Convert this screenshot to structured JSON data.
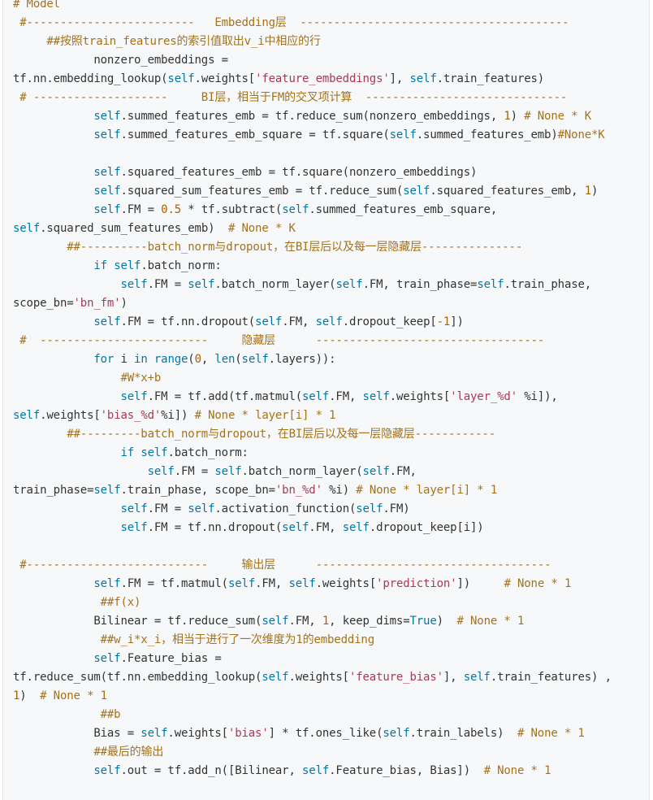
{
  "code": {
    "language": "python",
    "lines": [
      [
        {
          "t": "# Model",
          "c": "com"
        }
      ],
      [
        {
          "t": " #-------------------------   Embedding层  ----------------------------------------",
          "c": "com"
        }
      ],
      [
        {
          "t": "     ##按照train_features的索引值取出v_i中相应的行",
          "c": "com"
        }
      ],
      [
        {
          "t": "            nonzero_embeddings =",
          "c": "pl"
        }
      ],
      [
        {
          "t": "tf.nn.embedding_lookup(",
          "c": "pl"
        },
        {
          "t": "self",
          "c": "self"
        },
        {
          "t": ".weights[",
          "c": "pl"
        },
        {
          "t": "'feature_embeddings'",
          "c": "str"
        },
        {
          "t": "], ",
          "c": "pl"
        },
        {
          "t": "self",
          "c": "self"
        },
        {
          "t": ".train_features)",
          "c": "pl"
        }
      ],
      [
        {
          "t": " # --------------------     BI层，相当于FM的交叉项计算  ------------------------------",
          "c": "com"
        }
      ],
      [
        {
          "t": "            ",
          "c": "pl"
        },
        {
          "t": "self",
          "c": "self"
        },
        {
          "t": ".summed_features_emb = tf.reduce_sum(nonzero_embeddings, ",
          "c": "pl"
        },
        {
          "t": "1",
          "c": "num"
        },
        {
          "t": ") ",
          "c": "pl"
        },
        {
          "t": "# None * K",
          "c": "com"
        }
      ],
      [
        {
          "t": "            ",
          "c": "pl"
        },
        {
          "t": "self",
          "c": "self"
        },
        {
          "t": ".summed_features_emb_square = tf.square(",
          "c": "pl"
        },
        {
          "t": "self",
          "c": "self"
        },
        {
          "t": ".summed_features_emb)",
          "c": "pl"
        },
        {
          "t": "#None*K",
          "c": "com"
        }
      ],
      [
        {
          "t": "",
          "c": "pl"
        }
      ],
      [
        {
          "t": "            ",
          "c": "pl"
        },
        {
          "t": "self",
          "c": "self"
        },
        {
          "t": ".squared_features_emb = tf.square(nonzero_embeddings)",
          "c": "pl"
        }
      ],
      [
        {
          "t": "            ",
          "c": "pl"
        },
        {
          "t": "self",
          "c": "self"
        },
        {
          "t": ".squared_sum_features_emb = tf.reduce_sum(",
          "c": "pl"
        },
        {
          "t": "self",
          "c": "self"
        },
        {
          "t": ".squared_features_emb, ",
          "c": "pl"
        },
        {
          "t": "1",
          "c": "num"
        },
        {
          "t": ")",
          "c": "pl"
        }
      ],
      [
        {
          "t": "            ",
          "c": "pl"
        },
        {
          "t": "self",
          "c": "self"
        },
        {
          "t": ".FM = ",
          "c": "pl"
        },
        {
          "t": "0.5",
          "c": "num"
        },
        {
          "t": " * tf.subtract(",
          "c": "pl"
        },
        {
          "t": "self",
          "c": "self"
        },
        {
          "t": ".summed_features_emb_square,",
          "c": "pl"
        }
      ],
      [
        {
          "t": "self",
          "c": "self"
        },
        {
          "t": ".squared_sum_features_emb)  ",
          "c": "pl"
        },
        {
          "t": "# None * K",
          "c": "com"
        }
      ],
      [
        {
          "t": "        ##----------batch_norm与dropout，在BI层后以及每一层隐藏层---------------",
          "c": "com"
        }
      ],
      [
        {
          "t": "            ",
          "c": "pl"
        },
        {
          "t": "if",
          "c": "kw"
        },
        {
          "t": " ",
          "c": "pl"
        },
        {
          "t": "self",
          "c": "self"
        },
        {
          "t": ".batch_norm:",
          "c": "pl"
        }
      ],
      [
        {
          "t": "                ",
          "c": "pl"
        },
        {
          "t": "self",
          "c": "self"
        },
        {
          "t": ".FM = ",
          "c": "pl"
        },
        {
          "t": "self",
          "c": "self"
        },
        {
          "t": ".batch_norm_layer(",
          "c": "pl"
        },
        {
          "t": "self",
          "c": "self"
        },
        {
          "t": ".FM, train_phase=",
          "c": "pl"
        },
        {
          "t": "self",
          "c": "self"
        },
        {
          "t": ".train_phase,",
          "c": "pl"
        }
      ],
      [
        {
          "t": "scope_bn=",
          "c": "pl"
        },
        {
          "t": "'bn_fm'",
          "c": "str"
        },
        {
          "t": ")",
          "c": "pl"
        }
      ],
      [
        {
          "t": "            ",
          "c": "pl"
        },
        {
          "t": "self",
          "c": "self"
        },
        {
          "t": ".FM = tf.nn.dropout(",
          "c": "pl"
        },
        {
          "t": "self",
          "c": "self"
        },
        {
          "t": ".FM, ",
          "c": "pl"
        },
        {
          "t": "self",
          "c": "self"
        },
        {
          "t": ".dropout_keep[",
          "c": "pl"
        },
        {
          "t": "-1",
          "c": "num"
        },
        {
          "t": "])",
          "c": "pl"
        }
      ],
      [
        {
          "t": " #  -------------------------     隐藏层      ----------------------------------",
          "c": "com"
        }
      ],
      [
        {
          "t": "            ",
          "c": "pl"
        },
        {
          "t": "for",
          "c": "kw"
        },
        {
          "t": " i ",
          "c": "pl"
        },
        {
          "t": "in",
          "c": "kw"
        },
        {
          "t": " ",
          "c": "pl"
        },
        {
          "t": "range",
          "c": "kw"
        },
        {
          "t": "(",
          "c": "pl"
        },
        {
          "t": "0",
          "c": "num"
        },
        {
          "t": ", ",
          "c": "pl"
        },
        {
          "t": "len",
          "c": "kw"
        },
        {
          "t": "(",
          "c": "pl"
        },
        {
          "t": "self",
          "c": "self"
        },
        {
          "t": ".layers)):",
          "c": "pl"
        }
      ],
      [
        {
          "t": "                ",
          "c": "pl"
        },
        {
          "t": "#W*x+b",
          "c": "com"
        }
      ],
      [
        {
          "t": "                ",
          "c": "pl"
        },
        {
          "t": "self",
          "c": "self"
        },
        {
          "t": ".FM = tf.add(tf.matmul(",
          "c": "pl"
        },
        {
          "t": "self",
          "c": "self"
        },
        {
          "t": ".FM, ",
          "c": "pl"
        },
        {
          "t": "self",
          "c": "self"
        },
        {
          "t": ".weights[",
          "c": "pl"
        },
        {
          "t": "'layer_%d'",
          "c": "str"
        },
        {
          "t": " %i]),",
          "c": "pl"
        }
      ],
      [
        {
          "t": "self",
          "c": "self"
        },
        {
          "t": ".weights[",
          "c": "pl"
        },
        {
          "t": "'bias_%d'",
          "c": "str"
        },
        {
          "t": "%i]) ",
          "c": "pl"
        },
        {
          "t": "# None * layer[i] * 1",
          "c": "com"
        }
      ],
      [
        {
          "t": "        ##---------batch_norm与dropout，在BI层后以及每一层隐藏层------------",
          "c": "com"
        }
      ],
      [
        {
          "t": "                ",
          "c": "pl"
        },
        {
          "t": "if",
          "c": "kw"
        },
        {
          "t": " ",
          "c": "pl"
        },
        {
          "t": "self",
          "c": "self"
        },
        {
          "t": ".batch_norm:",
          "c": "pl"
        }
      ],
      [
        {
          "t": "                    ",
          "c": "pl"
        },
        {
          "t": "self",
          "c": "self"
        },
        {
          "t": ".FM = ",
          "c": "pl"
        },
        {
          "t": "self",
          "c": "self"
        },
        {
          "t": ".batch_norm_layer(",
          "c": "pl"
        },
        {
          "t": "self",
          "c": "self"
        },
        {
          "t": ".FM,",
          "c": "pl"
        }
      ],
      [
        {
          "t": "train_phase=",
          "c": "pl"
        },
        {
          "t": "self",
          "c": "self"
        },
        {
          "t": ".train_phase, scope_bn=",
          "c": "pl"
        },
        {
          "t": "'bn_%d'",
          "c": "str"
        },
        {
          "t": " %i) ",
          "c": "pl"
        },
        {
          "t": "# None * layer[i] * 1",
          "c": "com"
        }
      ],
      [
        {
          "t": "                ",
          "c": "pl"
        },
        {
          "t": "self",
          "c": "self"
        },
        {
          "t": ".FM = ",
          "c": "pl"
        },
        {
          "t": "self",
          "c": "self"
        },
        {
          "t": ".activation_function(",
          "c": "pl"
        },
        {
          "t": "self",
          "c": "self"
        },
        {
          "t": ".FM)",
          "c": "pl"
        }
      ],
      [
        {
          "t": "                ",
          "c": "pl"
        },
        {
          "t": "self",
          "c": "self"
        },
        {
          "t": ".FM = tf.nn.dropout(",
          "c": "pl"
        },
        {
          "t": "self",
          "c": "self"
        },
        {
          "t": ".FM, ",
          "c": "pl"
        },
        {
          "t": "self",
          "c": "self"
        },
        {
          "t": ".dropout_keep[i])",
          "c": "pl"
        }
      ],
      [
        {
          "t": "",
          "c": "pl"
        }
      ],
      [
        {
          "t": " #---------------------------     输出层      -----------------------------------",
          "c": "com"
        }
      ],
      [
        {
          "t": "            ",
          "c": "pl"
        },
        {
          "t": "self",
          "c": "self"
        },
        {
          "t": ".FM = tf.matmul(",
          "c": "pl"
        },
        {
          "t": "self",
          "c": "self"
        },
        {
          "t": ".FM, ",
          "c": "pl"
        },
        {
          "t": "self",
          "c": "self"
        },
        {
          "t": ".weights[",
          "c": "pl"
        },
        {
          "t": "'prediction'",
          "c": "str"
        },
        {
          "t": "])     ",
          "c": "pl"
        },
        {
          "t": "# None * 1",
          "c": "com"
        }
      ],
      [
        {
          "t": "             ",
          "c": "pl"
        },
        {
          "t": "##f(x)",
          "c": "com"
        }
      ],
      [
        {
          "t": "            Bilinear = tf.reduce_sum(",
          "c": "pl"
        },
        {
          "t": "self",
          "c": "self"
        },
        {
          "t": ".FM, ",
          "c": "pl"
        },
        {
          "t": "1",
          "c": "num"
        },
        {
          "t": ", keep_dims=",
          "c": "pl"
        },
        {
          "t": "True",
          "c": "kw"
        },
        {
          "t": ")  ",
          "c": "pl"
        },
        {
          "t": "# None * 1",
          "c": "com"
        }
      ],
      [
        {
          "t": "             ",
          "c": "pl"
        },
        {
          "t": "##w_i*x_i，相当于进行了一次维度为1的embedding",
          "c": "com"
        }
      ],
      [
        {
          "t": "            ",
          "c": "pl"
        },
        {
          "t": "self",
          "c": "self"
        },
        {
          "t": ".Feature_bias =",
          "c": "pl"
        }
      ],
      [
        {
          "t": "tf.reduce_sum(tf.nn.embedding_lookup(",
          "c": "pl"
        },
        {
          "t": "self",
          "c": "self"
        },
        {
          "t": ".weights[",
          "c": "pl"
        },
        {
          "t": "'feature_bias'",
          "c": "str"
        },
        {
          "t": "], ",
          "c": "pl"
        },
        {
          "t": "self",
          "c": "self"
        },
        {
          "t": ".train_features) ,",
          "c": "pl"
        }
      ],
      [
        {
          "t": "1",
          "c": "num"
        },
        {
          "t": ")  ",
          "c": "pl"
        },
        {
          "t": "# None * 1",
          "c": "com"
        }
      ],
      [
        {
          "t": "             ",
          "c": "pl"
        },
        {
          "t": "##b",
          "c": "com"
        }
      ],
      [
        {
          "t": "            Bias = ",
          "c": "pl"
        },
        {
          "t": "self",
          "c": "self"
        },
        {
          "t": ".weights[",
          "c": "pl"
        },
        {
          "t": "'bias'",
          "c": "str"
        },
        {
          "t": "] * tf.ones_like(",
          "c": "pl"
        },
        {
          "t": "self",
          "c": "self"
        },
        {
          "t": ".train_labels)  ",
          "c": "pl"
        },
        {
          "t": "# None * 1",
          "c": "com"
        }
      ],
      [
        {
          "t": "            ",
          "c": "pl"
        },
        {
          "t": "##最后的输出",
          "c": "com"
        }
      ],
      [
        {
          "t": "            ",
          "c": "pl"
        },
        {
          "t": "self",
          "c": "self"
        },
        {
          "t": ".out = tf.add_n([Bilinear, ",
          "c": "pl"
        },
        {
          "t": "self",
          "c": "self"
        },
        {
          "t": ".Feature_bias, Bias])  ",
          "c": "pl"
        },
        {
          "t": "# None * 1",
          "c": "com"
        }
      ]
    ]
  }
}
